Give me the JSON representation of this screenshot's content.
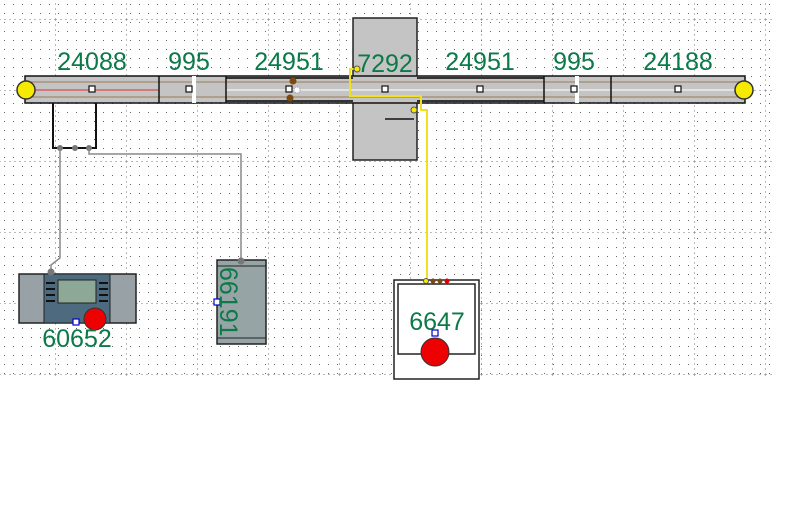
{
  "track": {
    "segments": [
      {
        "label": "24088"
      },
      {
        "label": "995"
      },
      {
        "label": "24951"
      },
      {
        "label": "7292"
      },
      {
        "label": "24951"
      },
      {
        "label": "995"
      },
      {
        "label": "24188"
      }
    ]
  },
  "devices": {
    "control_unit": {
      "label": "60652"
    },
    "transformer": {
      "label": "66191"
    },
    "switch_box": {
      "label": "6647"
    }
  },
  "colors": {
    "label": "#0b7a48",
    "track": "#c0c0c0",
    "wire_yellow": "#f0e020",
    "wire_gray": "#808080",
    "button_red": "#ee0000"
  }
}
